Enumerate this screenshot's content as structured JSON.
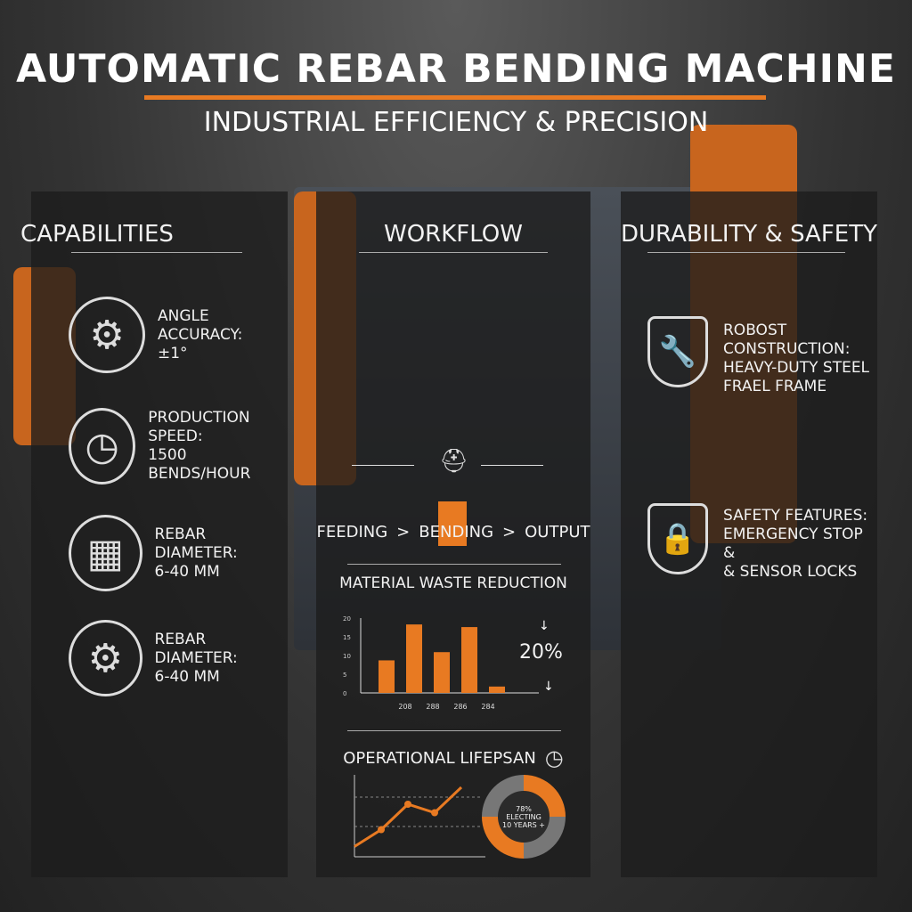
{
  "header": {
    "title": "AUTOMATIC REBAR BENDING MACHINE",
    "subtitle": "INDUSTRIAL EFFICIENCY & PRECISION"
  },
  "colors": {
    "accent": "#e87a22",
    "panel": "#1c1c1c"
  },
  "capabilities": {
    "heading": "CAPABILITIES",
    "items": [
      {
        "icon": "gear-icon",
        "text": "ANGLE\nACCURACY:\n±1°"
      },
      {
        "icon": "rebar-clock-icon",
        "text": "PRODUCTION SPEED:\n1500\nBENDS/HOUR"
      },
      {
        "icon": "rebar-bundle-icon",
        "text": "REBAR DIAMETER:\n6-40 MM"
      },
      {
        "icon": "gear-icon",
        "text": "REBAR DIAMETER:\n6-40 MM"
      }
    ]
  },
  "workflow": {
    "heading": "WORKFLOW",
    "steps": [
      "FEEDING",
      ">",
      "BENDING",
      ">",
      "OUTPUT"
    ],
    "waste": {
      "title": "MATERIAL WASTE REDUCTION",
      "percent": "20%"
    },
    "lifespan": {
      "title": "OPERATIONAL LIFEPSAN",
      "donut_text": "78% ELECTING\n10 YEARS +",
      "donut_orange_fraction": 0.5
    }
  },
  "durability": {
    "heading": "DURABILITY & SAFETY",
    "items": [
      {
        "icon": "shield-wrench-icon",
        "text": "ROBOST CONSTRUCTION:\nHEAVY-DUTY STEEL\nFRAEL FRAME"
      },
      {
        "icon": "shield-lock-icon",
        "text": "SAFETY FEATURES:\nEMERGENCY STOP &\n& SENSOR LOCKS"
      }
    ]
  },
  "chart_data": [
    {
      "type": "bar",
      "title": "MATERIAL WASTE REDUCTION",
      "ytick_labels": [
        "20",
        "15",
        "10",
        "5",
        "0"
      ],
      "ylim": [
        0,
        20
      ],
      "values": [
        8.7,
        18.3,
        10.9,
        17.6,
        1.7
      ],
      "xtick_labels": [
        "208",
        "288",
        "286",
        "284"
      ],
      "annotation": "20%"
    },
    {
      "type": "line",
      "title": "OPERATIONAL LIFEPSAN",
      "values": [
        1,
        3,
        6,
        5,
        8
      ]
    }
  ]
}
